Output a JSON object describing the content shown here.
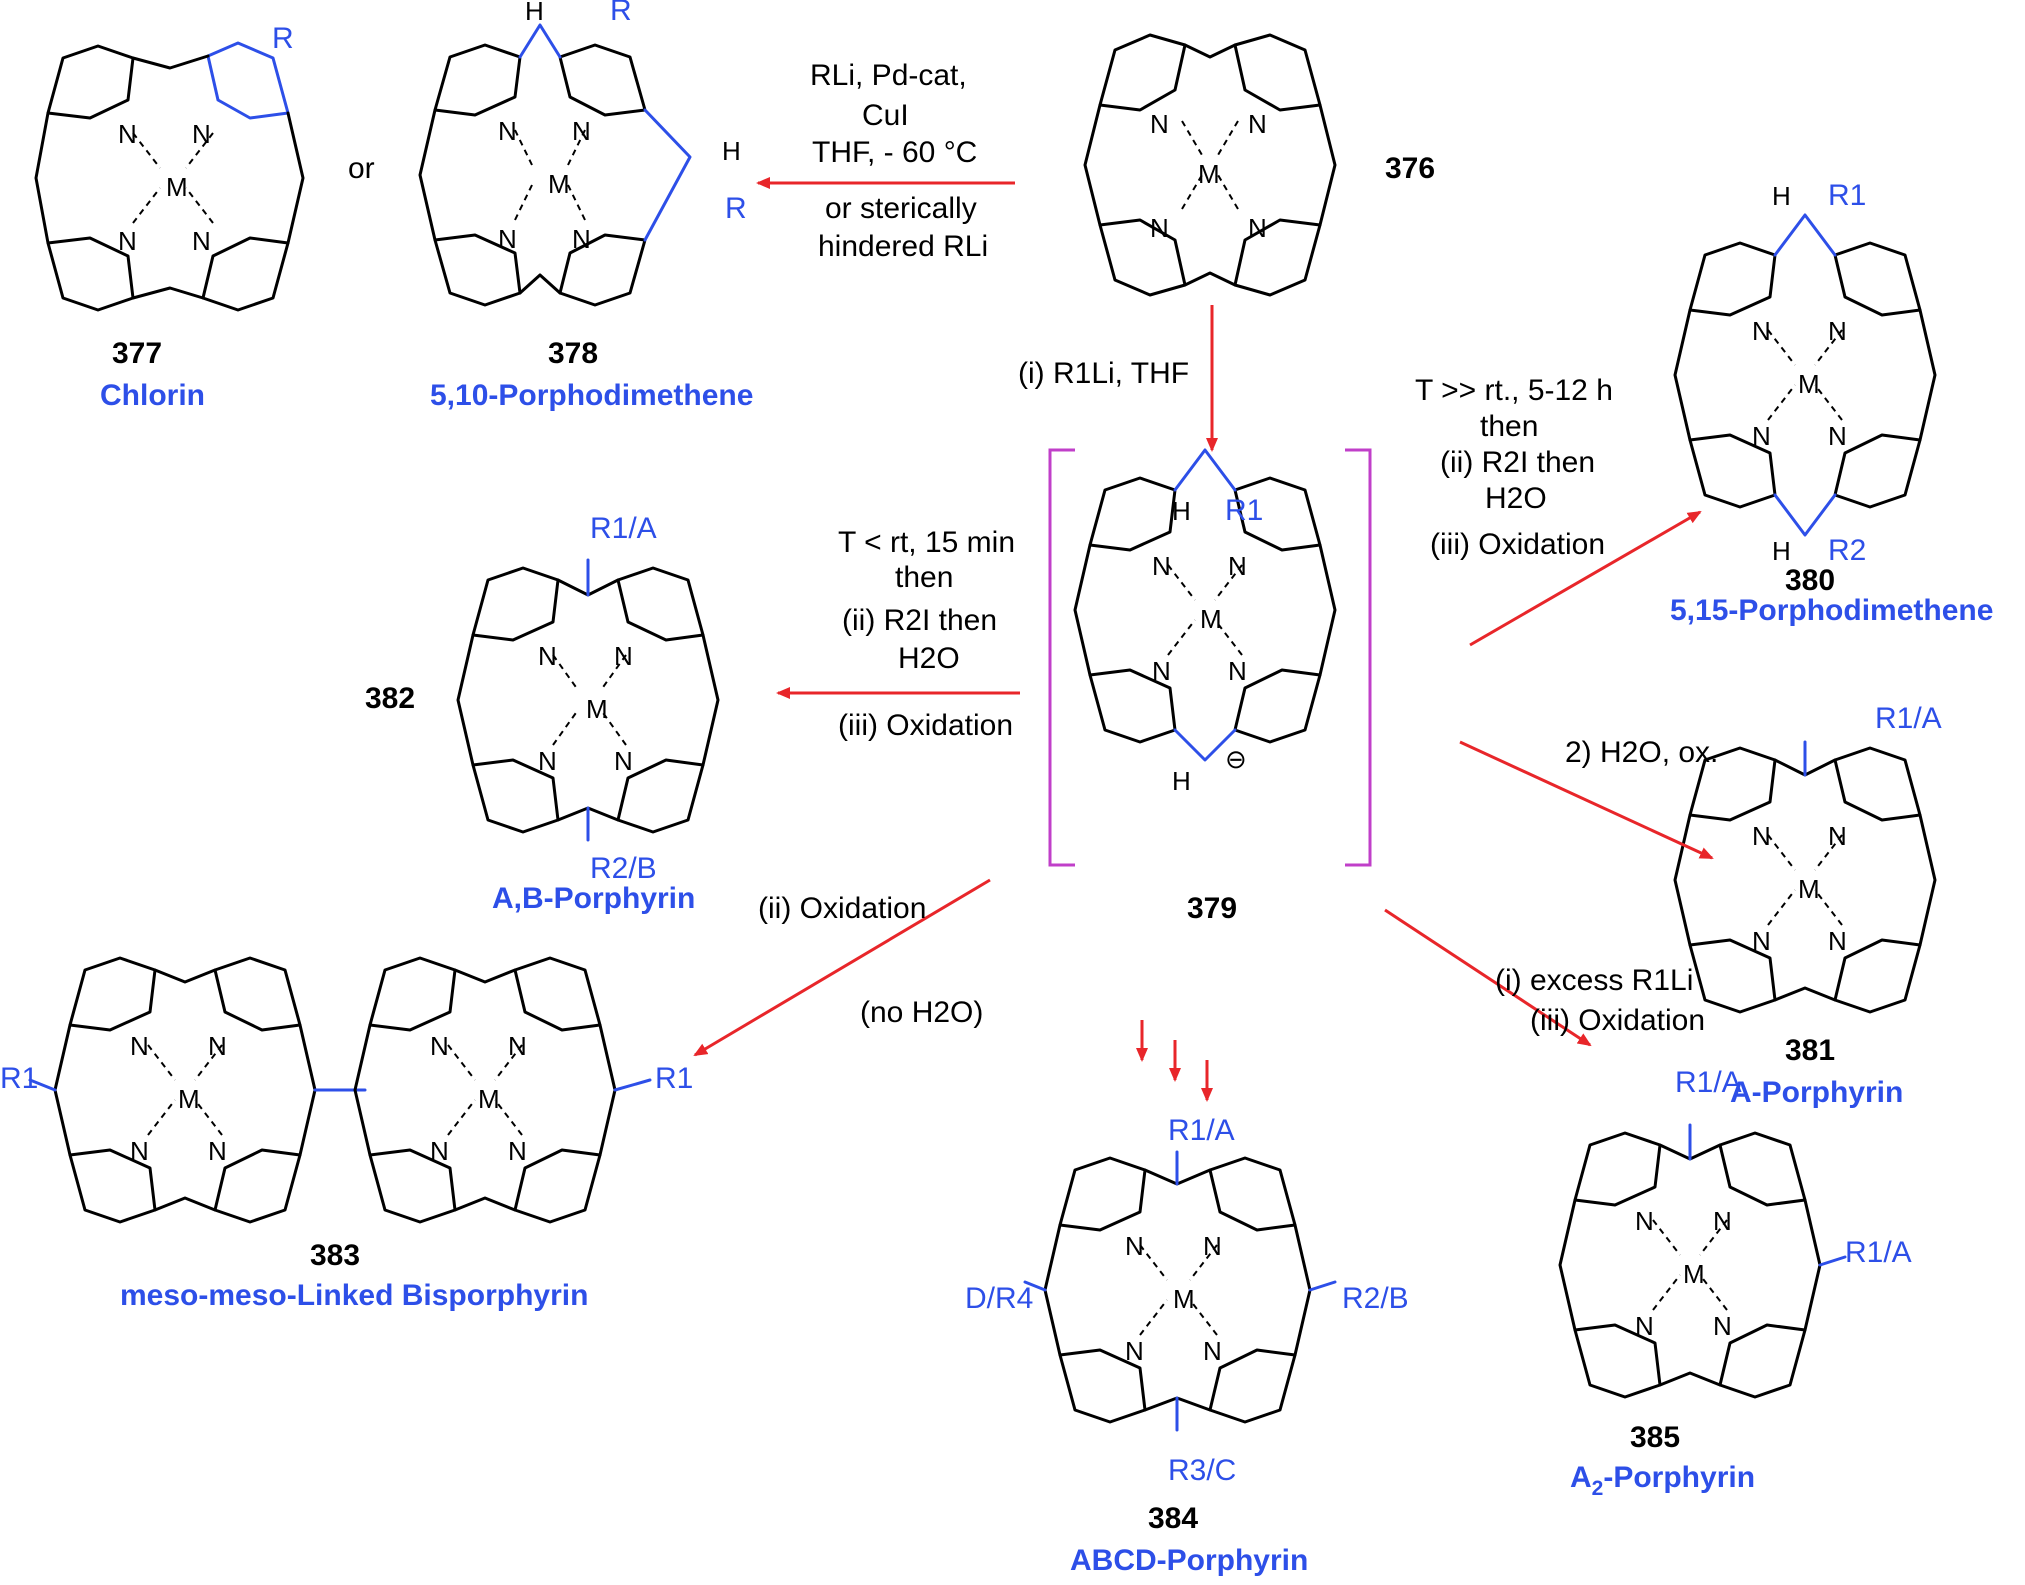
{
  "colors": {
    "accent": "#2d4fe8",
    "arrow": "#e8262a",
    "bracket": "#c03fc9",
    "text": "#000000"
  },
  "compounds": {
    "c376": {
      "number": "376"
    },
    "c377": {
      "number": "377",
      "name": "Chlorin"
    },
    "c378": {
      "number": "378",
      "name": "5,10-Porphodimethene"
    },
    "c379": {
      "number": "379"
    },
    "c380": {
      "number": "380",
      "name": "5,15-Porphodimethene"
    },
    "c381": {
      "number": "381",
      "name": "A-Porphyrin"
    },
    "c382": {
      "number": "382",
      "name": "A,B-Porphyrin"
    },
    "c383": {
      "number": "383",
      "name": "meso-meso-Linked Bisporphyrin"
    },
    "c384": {
      "number": "384",
      "name": "ABCD-Porphyrin"
    },
    "c385": {
      "number": "385",
      "name_main": "A",
      "name_sub": "2",
      "name_rest": "-Porphyrin"
    }
  },
  "or_text": "or",
  "atoms": {
    "metal": "M",
    "nitrogen": "N",
    "hydrogen": "H",
    "anion": "⊖"
  },
  "substituents": {
    "R": "R",
    "R1": "R1",
    "R2": "R2",
    "R1A": "R1/A",
    "R2B": "R2/B",
    "R3C": "R3/C",
    "DR4": "D/R4"
  },
  "conditions": {
    "to378": [
      "RLi, Pd-cat,",
      "CuI",
      "THF, - 60 °C",
      "or sterically",
      "hindered RLi"
    ],
    "to379": "(i) R1Li, THF",
    "to380": [
      "T >> rt., 5-12 h",
      "then",
      "(ii) R2I then",
      "H2O",
      "(iii) Oxidation"
    ],
    "to381": "2) H2O, ox.",
    "to382": [
      "T < rt, 15 min",
      "then",
      "(ii) R2I then",
      "H2O",
      "(iii) Oxidation"
    ],
    "to383": [
      "(ii) Oxidation",
      "(no H2O)"
    ],
    "to385": [
      "(i) excess R1Li",
      "(iii) Oxidation"
    ]
  }
}
